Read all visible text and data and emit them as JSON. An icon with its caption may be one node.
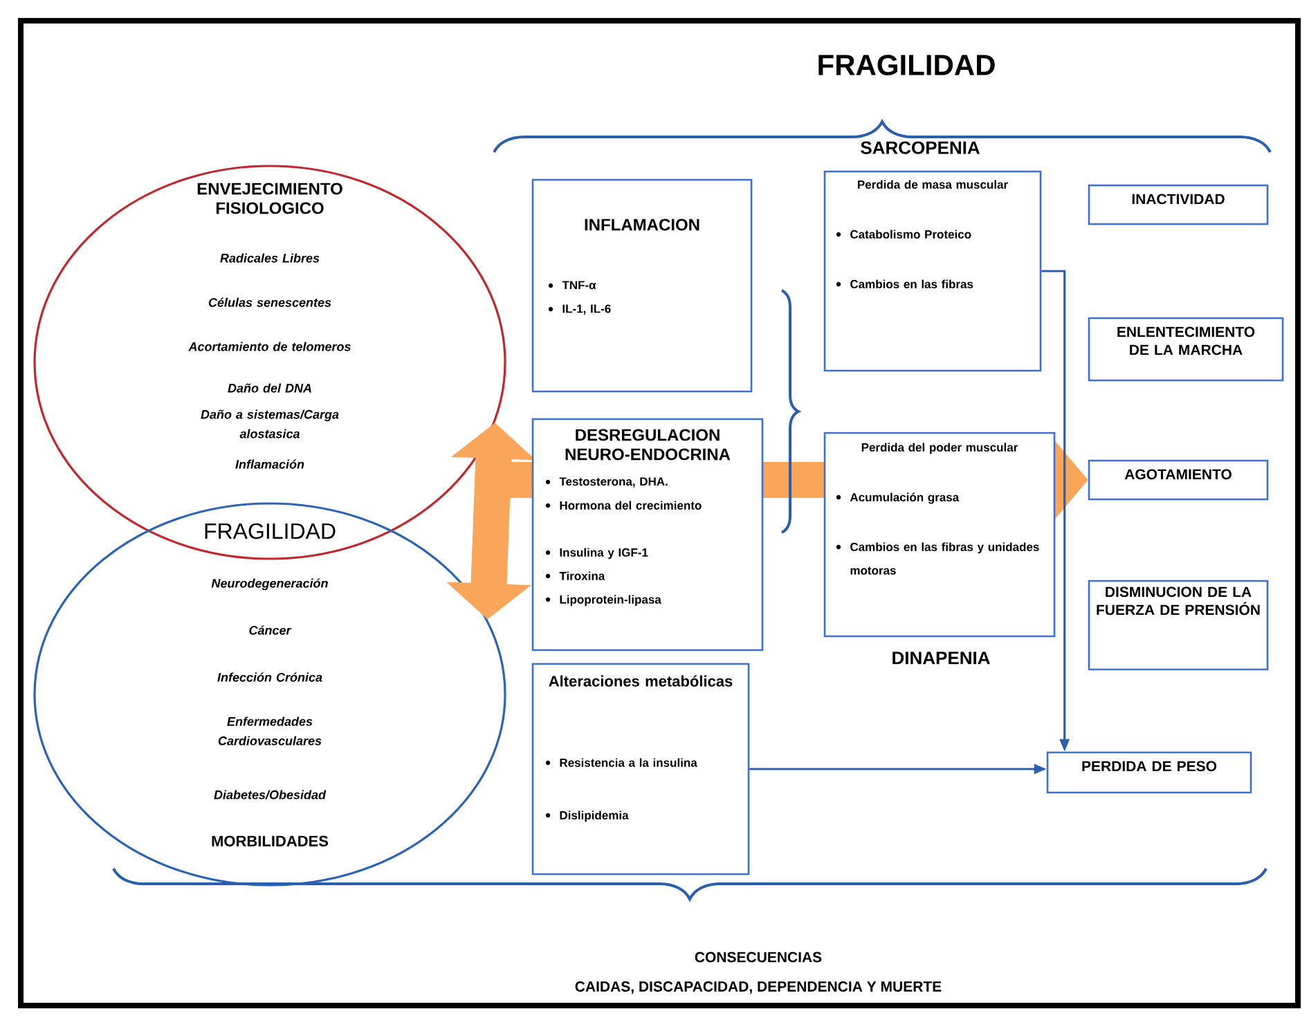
{
  "diagram": {
    "title": "FRAGILIDAD",
    "nodes": [
      {
        "text": [
          "ENVEJECIMIENTO FISIOLOGICO",
          "Radicales Libres",
          "Células senescentes",
          "Acortamiento de telomeros",
          "Daño del DNA",
          "Daño a sistemas/Carga alostasica",
          "Inflamación"
        ]
      },
      {
        "text": [
          "Neurodegeneración",
          "Cáncer",
          "Infección Crónica",
          "Enfermedades Cardiovasculares",
          "Diabetes/Obesidad",
          "MORBILIDADES"
        ]
      },
      {
        "text": [
          "INFLAMACION",
          "TNF-α",
          "IL-1, IL-6"
        ]
      },
      {
        "text": [
          "DESREGULACION NEURO-ENDOCRINA",
          "Testosterona, DHA.",
          "Hormona del crecimiento",
          "Insulina y IGF-1",
          "Tiroxina",
          "Lipoprotein-lipasa"
        ]
      },
      {
        "text": [
          "Alteraciones metabólicas",
          "Resistencia a la insulina",
          "Dislipidemia"
        ]
      },
      {
        "text": [
          "SARCOPENIA",
          "Perdida de masa muscular",
          "Catabolismo Proteico",
          "Cambios en las fibras"
        ]
      },
      {
        "text": [
          "Perdida del poder muscular",
          "Acumulación grasa",
          "Cambios en las fibras y unidades motoras",
          "DINAPENIA"
        ]
      },
      {
        "text": [
          "INACTIVIDAD"
        ]
      },
      {
        "text": [
          "ENLENTECIMIENTO DE LA MARCHA"
        ]
      },
      {
        "text": [
          "AGOTAMIENTO"
        ]
      },
      {
        "text": [
          "DISMINUCION DE LA FUERZA DE PRENSIÓN"
        ]
      },
      {
        "text": [
          "PERDIDA DE PESO"
        ]
      }
    ],
    "edges": [
      {
        "from": 1,
        "to": 0,
        "arrow": "both",
        "style": "thick",
        "color": "#f9a65a"
      },
      {
        "from": null,
        "to": 9,
        "arrow": "to",
        "style": "thick",
        "color": "#f9a65a"
      },
      {
        "from": 5,
        "to": 11,
        "arrow": "to",
        "color": "#2a5fb0"
      },
      {
        "from": 4,
        "to": 11,
        "arrow": "to",
        "color": "#2a5fb0"
      }
    ],
    "labels": [
      "FRAGILIDAD",
      "CONSECUENCIAS",
      "CAIDAS, DISCAPACIDAD, DEPENDENCIA Y MUERTE"
    ]
  }
}
